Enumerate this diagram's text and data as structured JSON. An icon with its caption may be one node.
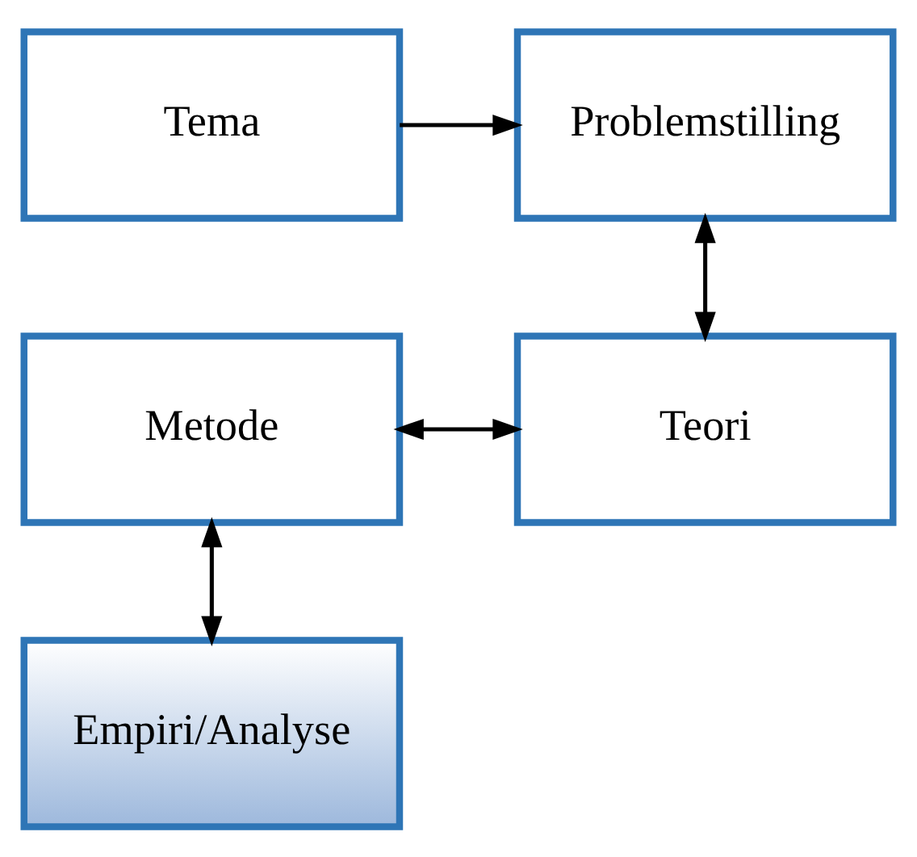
{
  "diagram": {
    "nodes": [
      {
        "text": [
          "Tema"
        ]
      },
      {
        "text": [
          "Problemstilling"
        ]
      },
      {
        "text": [
          "Teori"
        ]
      },
      {
        "text": [
          "Metode"
        ]
      },
      {
        "text": [
          "Empiri/Analyse"
        ]
      }
    ],
    "edges": [
      {
        "from": 0,
        "to": 1,
        "arrow": "to"
      },
      {
        "from": 1,
        "to": 2,
        "arrow": "both"
      },
      {
        "from": 3,
        "to": 2,
        "arrow": "both"
      },
      {
        "from": 3,
        "to": 4,
        "arrow": "both"
      }
    ]
  }
}
